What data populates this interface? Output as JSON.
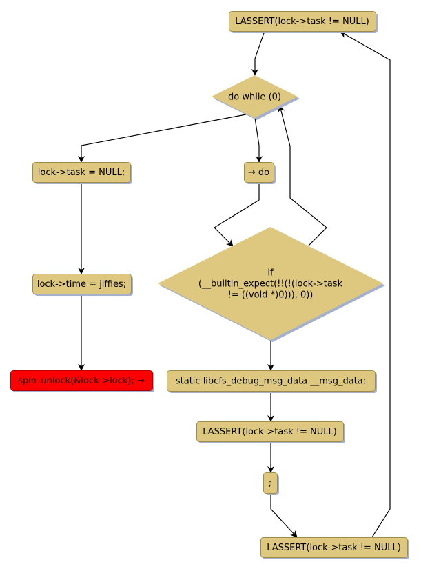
{
  "diagram": {
    "type": "flowchart",
    "colors": {
      "node_fill": "#dec880",
      "node_stroke": "#a08c4a",
      "shadow": "#a5b1cc",
      "highlight_fill": "#ff0000",
      "highlight_stroke": "#b30000",
      "edge": "#000000"
    },
    "nodes": [
      {
        "id": "assert_top",
        "shape": "rect",
        "label": [
          "LASSERT(lock->task != NULL)"
        ]
      },
      {
        "id": "do_while",
        "shape": "diamond",
        "label": [
          "do while (0)"
        ]
      },
      {
        "id": "task_null",
        "shape": "rect",
        "label": [
          "lock->task = NULL;"
        ]
      },
      {
        "id": "do",
        "shape": "rect",
        "label": [
          "→ do"
        ]
      },
      {
        "id": "if_expect",
        "shape": "diamond",
        "label": [
          "if",
          "(__builtin_expect(!!(!(lock->task",
          "!= ((void *)0))), 0))"
        ]
      },
      {
        "id": "time_jiffies",
        "shape": "rect",
        "label": [
          "lock->time = jiffies;"
        ]
      },
      {
        "id": "spin_unlock",
        "shape": "rect",
        "highlight": true,
        "label": [
          "spin_unlock(&lock->lock); →"
        ]
      },
      {
        "id": "msg_data",
        "shape": "rect",
        "label": [
          "static libcfs_debug_msg_data __msg_data;"
        ]
      },
      {
        "id": "assert_mid",
        "shape": "rect",
        "label": [
          "LASSERT(lock->task != NULL)"
        ]
      },
      {
        "id": "semicolon",
        "shape": "rect",
        "label": [
          ";"
        ]
      },
      {
        "id": "assert_bottom",
        "shape": "rect",
        "label": [
          "LASSERT(lock->task != NULL)"
        ]
      }
    ],
    "edges": [
      {
        "from": "assert_top",
        "to": "do_while"
      },
      {
        "from": "do_while",
        "to": "task_null"
      },
      {
        "from": "do_while",
        "to": "do"
      },
      {
        "from": "task_null",
        "to": "time_jiffies"
      },
      {
        "from": "time_jiffies",
        "to": "spin_unlock"
      },
      {
        "from": "do",
        "to": "if_expect"
      },
      {
        "from": "if_expect",
        "to": "do_while"
      },
      {
        "from": "if_expect",
        "to": "msg_data"
      },
      {
        "from": "msg_data",
        "to": "assert_mid"
      },
      {
        "from": "assert_mid",
        "to": "semicolon"
      },
      {
        "from": "semicolon",
        "to": "assert_bottom"
      },
      {
        "from": "assert_bottom",
        "to": "assert_top"
      }
    ]
  }
}
